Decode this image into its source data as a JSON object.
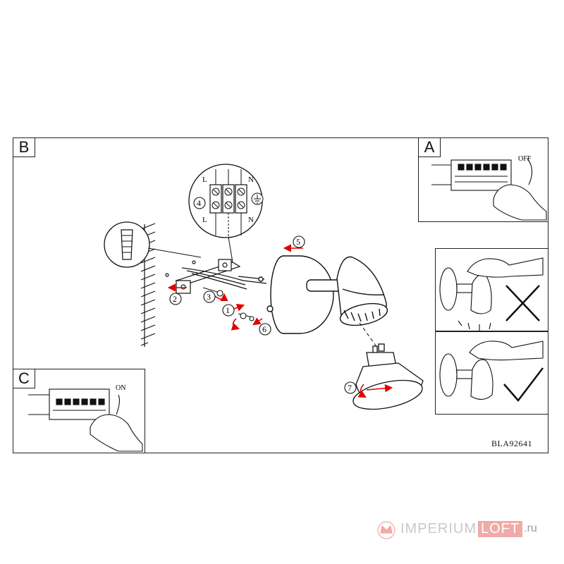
{
  "panels": {
    "main": {
      "letter": "B"
    },
    "off": {
      "letter": "A",
      "switch_label": "OFF"
    },
    "on": {
      "letter": "C",
      "switch_label": "ON"
    }
  },
  "terminal_block": {
    "top_labels": [
      "L",
      "",
      "N"
    ],
    "bottom_labels": [
      "L",
      "",
      "N"
    ]
  },
  "steps": [
    "1",
    "2",
    "3",
    "4",
    "5",
    "6",
    "7"
  ],
  "model_code": "BLA92641",
  "watermark": {
    "word1": "IMPERIUM",
    "word2": "LOFT",
    "suffix": ".ru"
  },
  "colors": {
    "arrow": "#e00000",
    "line": "#111111",
    "watermark_accent": "#f1aaa7"
  },
  "icons": [
    "anchor-plug-icon",
    "earth-ground-icon",
    "hand-icon",
    "cross-mark-icon",
    "check-mark-icon",
    "imperium-crown-logo"
  ]
}
